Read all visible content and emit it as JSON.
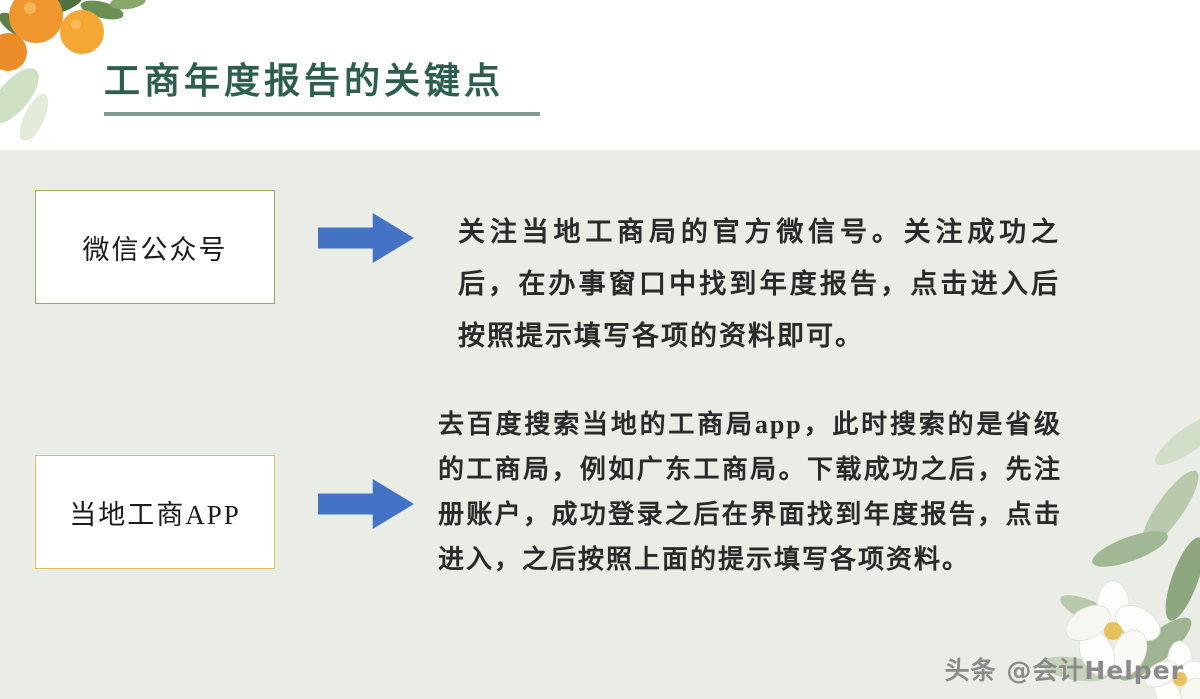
{
  "title": "工商年度报告的关键点",
  "watermark": "头条 @会计Helper",
  "items": [
    {
      "label": "微信公众号",
      "description": "关注当地工商局的官方微信号。关注成功之后，在办事窗口中找到年度报告，点击进入后按照提示填写各项的资料即可。",
      "box_border_color": "#8fae63"
    },
    {
      "label": "当地工商APP",
      "description": "去百度搜索当地的工商局app，此时搜索的是省级的工商局，例如广东工商局。下载成功之后，先注册账户，成功登录之后在界面找到年度报告，点击进入，之后按照上面的提示填写各项资料。",
      "box_border_color": "#ddc153"
    }
  ],
  "colors": {
    "arrow": "#4472c4",
    "title": "#2e5e50",
    "underline": "#7e9c8d",
    "background": "#e9ede5",
    "top_band": "#ffffff",
    "body_text": "#2a2a2a",
    "watermark": "#8b8b8b"
  },
  "icons": {
    "arrow_right": "arrow-right-icon",
    "tangerine": "tangerine-decoration",
    "flower": "flower-decoration"
  }
}
